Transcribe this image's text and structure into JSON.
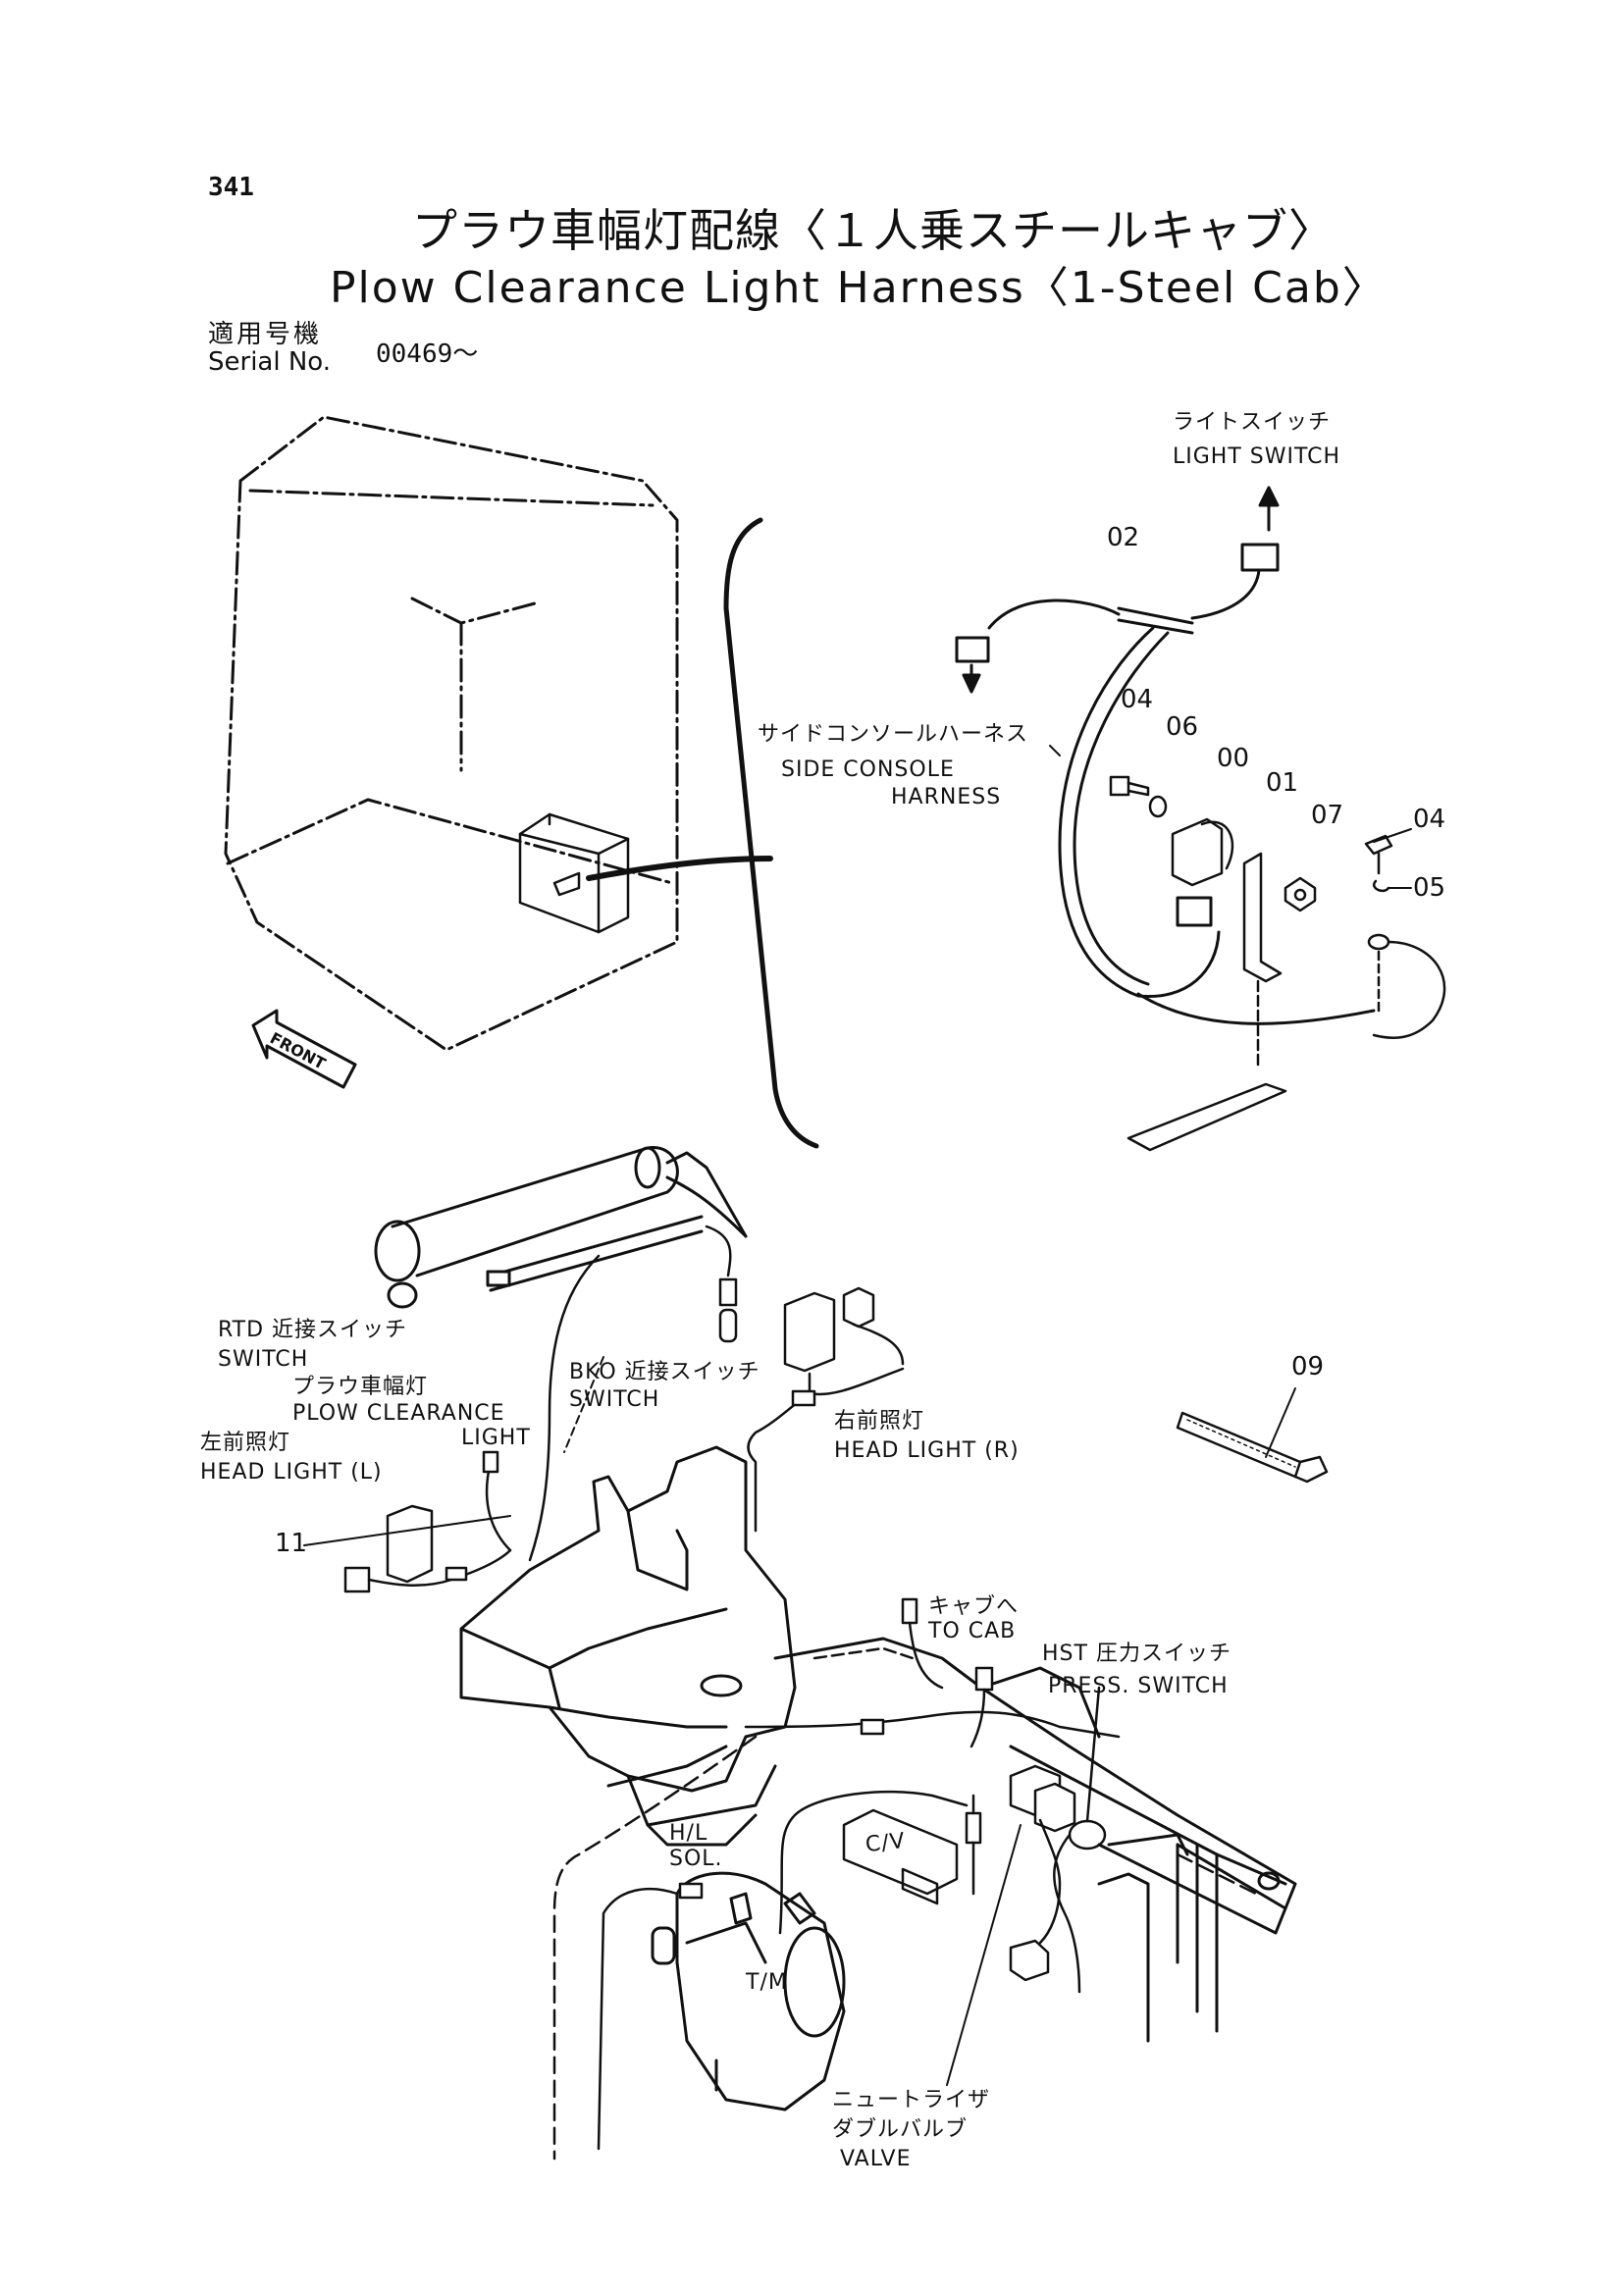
{
  "page_number": "341",
  "title": {
    "jp": "プラウ車幅灯配線〈１人乗スチールキャブ〉",
    "en": "Plow Clearance Light Harness〈1-Steel Cab〉"
  },
  "serial": {
    "label_jp": "適用号機",
    "label_en": "Serial No.",
    "value": "00469～"
  },
  "top_diagram": {
    "front_label": "FRONT",
    "light_switch_jp": "ライトスイッチ",
    "light_switch_en": "LIGHT SWITCH",
    "side_console_jp": "サイドコンソールハーネス",
    "side_console_en_1": "SIDE CONSOLE",
    "side_console_en_2": "HARNESS",
    "parts": [
      "02",
      "04",
      "06",
      "00",
      "01",
      "07",
      "04",
      "05"
    ]
  },
  "bottom_diagram": {
    "rtd_jp": "RTD 近接スイッチ",
    "rtd_en": "SWITCH",
    "plow_jp": "プラウ車幅灯",
    "plow_en_1": "PLOW CLEARANCE",
    "plow_en_2": "LIGHT",
    "headlight_l_jp": "左前照灯",
    "headlight_l_en": "HEAD LIGHT (L)",
    "bko_jp": "BKO 近接スイッチ",
    "bko_en": "SWITCH",
    "headlight_r_jp": "右前照灯",
    "headlight_r_en": "HEAD LIGHT (R)",
    "to_cab_jp": "キャブへ",
    "to_cab_en": "TO CAB",
    "hst_jp": "HST 圧力スイッチ",
    "hst_en": "PRESS. SWITCH",
    "hl_sol_1": "H/L",
    "hl_sol_2": "SOL.",
    "cv": "C/V",
    "tm": "T/M",
    "valve_jp_1": "ニュートライザ",
    "valve_jp_2": "ダブルバルブ",
    "valve_en": "VALVE",
    "part_11": "11",
    "part_09": "09"
  }
}
